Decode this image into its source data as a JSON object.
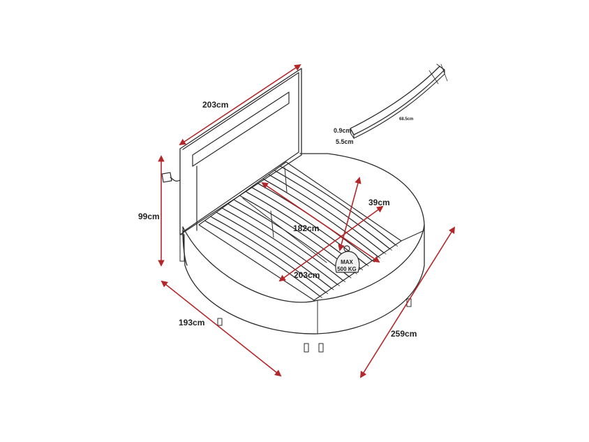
{
  "labels": {
    "headboard_width": "203cm",
    "headboard_height": "99cm",
    "slat_length": "68.5cm",
    "slat_thickness": "0.9cm",
    "slat_width": "5.5cm",
    "bed_depth": "39cm",
    "inner_length": "182cm",
    "inner_width": "203cm",
    "max_load_line1": "MAX",
    "max_load_line2": "500 KG",
    "outer_width": "193cm",
    "outer_length": "259cm"
  },
  "colors": {
    "arrow": "#b3272a",
    "line": "#2b2b2b"
  }
}
